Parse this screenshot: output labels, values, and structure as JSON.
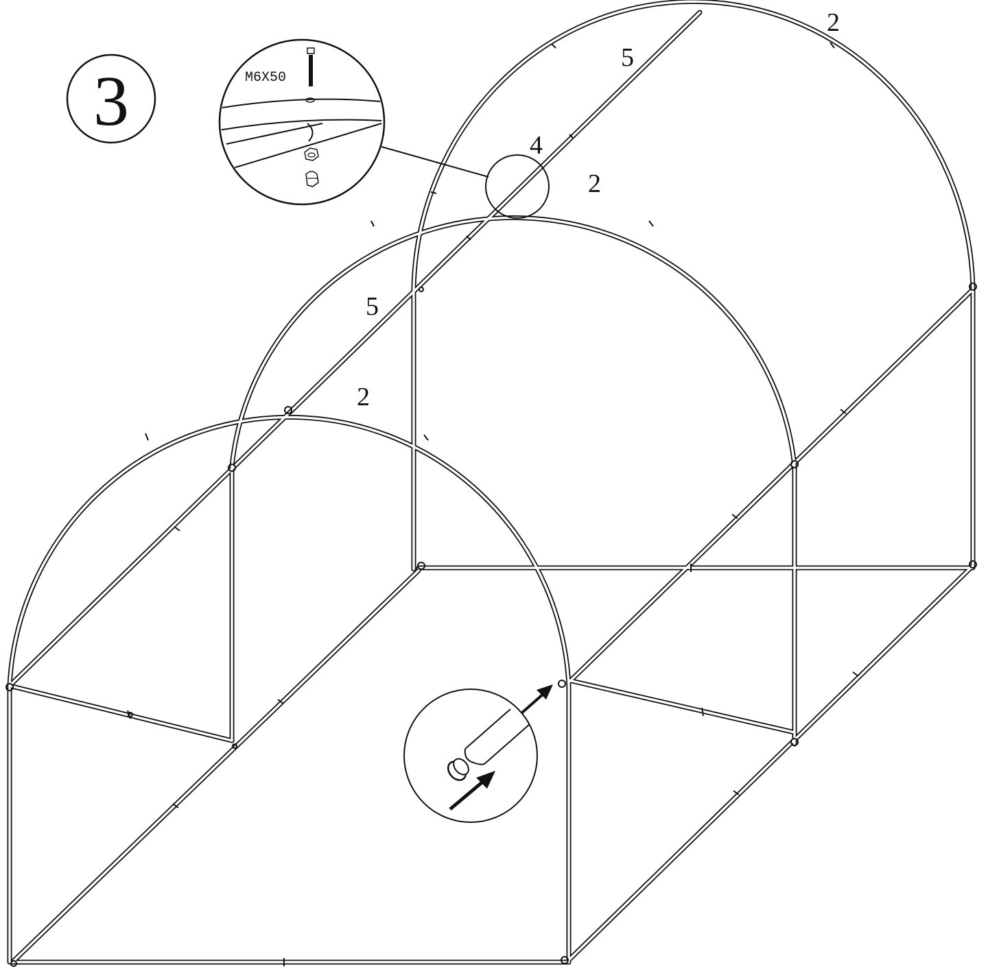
{
  "step_number": "3",
  "bolt_size": "M6X50",
  "part_labels": {
    "back_arch": "2",
    "back_ridge": "5",
    "connector": "4",
    "middle_arch": "2",
    "front_ridge": "5",
    "front_arch": "2"
  },
  "icons": {
    "bolt": "bolt-icon",
    "nut": "nut-icon",
    "cap_nut": "cap-nut-icon",
    "end_cap": "end-cap-icon",
    "arrow": "arrow-icon"
  },
  "colors": {
    "line": "#111111",
    "background": "#ffffff"
  }
}
